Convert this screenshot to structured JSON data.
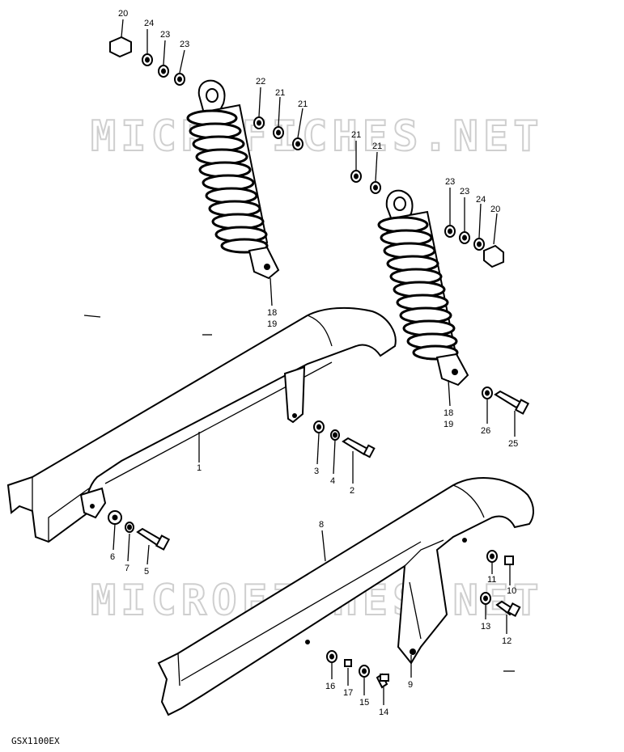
{
  "watermark": "MICROFICHES.NET",
  "model_code": "GSX1100EX",
  "callouts": {
    "c20a": "20",
    "c24a": "24",
    "c23a": "23",
    "c23b": "23",
    "c22": "22",
    "c21a": "21",
    "c21b": "21",
    "c21c": "21",
    "c21d": "21",
    "c23c": "23",
    "c23d": "23",
    "c24b": "24",
    "c20b": "20",
    "c18a": "18",
    "c19a": "19",
    "c18b": "18",
    "c19b": "19",
    "c1": "1",
    "c3": "3",
    "c4": "4",
    "c2": "2",
    "c26": "26",
    "c25": "25",
    "c6": "6",
    "c7": "7",
    "c5": "5",
    "c8": "8",
    "c11": "11",
    "c10": "10",
    "c13": "13",
    "c12": "12",
    "c9": "9",
    "c16": "16",
    "c17": "17",
    "c15": "15",
    "c14": "14"
  }
}
